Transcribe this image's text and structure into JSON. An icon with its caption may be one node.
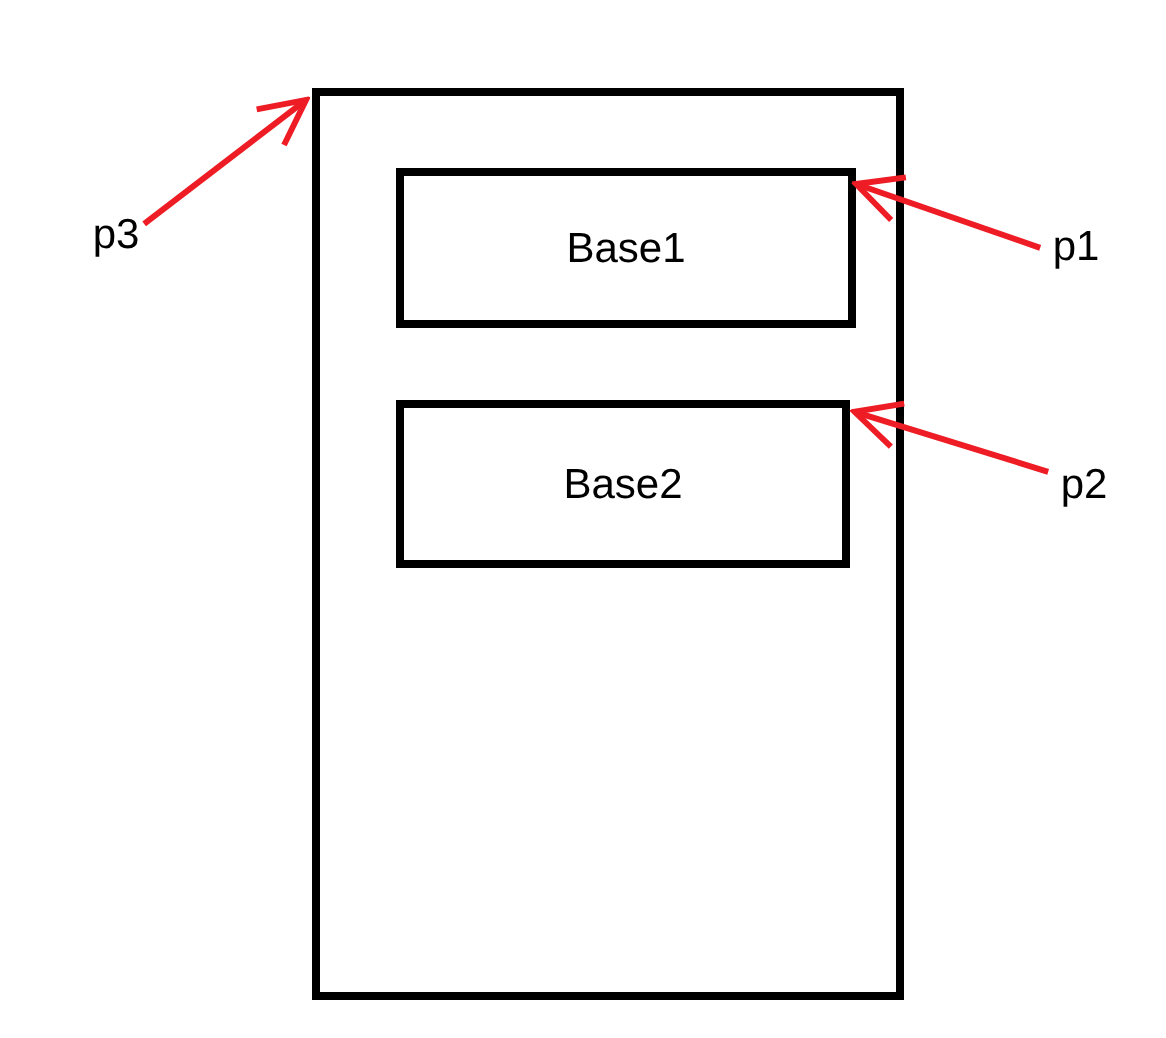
{
  "diagram": {
    "nodes": [
      {
        "text": [],
        "shape": "box"
      },
      {
        "text": [
          "Base1"
        ],
        "in": 0
      },
      {
        "text": [
          "Base2"
        ],
        "in": 0
      },
      {
        "text": [
          "p1"
        ]
      },
      {
        "text": [
          "p2"
        ]
      },
      {
        "text": [
          "p3"
        ]
      }
    ],
    "edges": [
      {
        "from": 3,
        "to": 1,
        "arrow": "to",
        "color": "#ee1c24"
      },
      {
        "from": 4,
        "to": 2,
        "arrow": "to",
        "color": "#ee1c24"
      },
      {
        "from": 5,
        "to": 0,
        "arrow": "to",
        "color": "#ee1c24"
      }
    ]
  }
}
